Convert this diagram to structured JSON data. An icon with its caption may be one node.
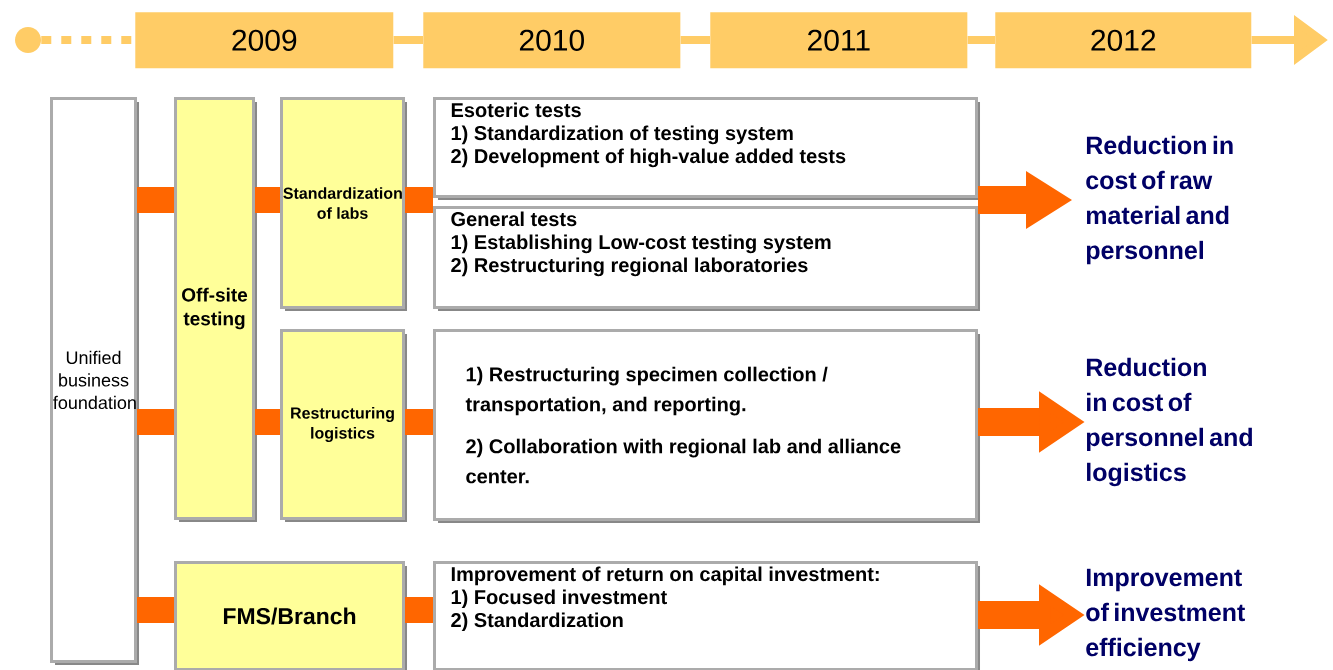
{
  "diagram": {
    "nodes": [
      {
        "text": [],
        "shape": "circle"
      },
      {
        "text": [
          "2009"
        ]
      },
      {
        "text": [
          "2010"
        ]
      },
      {
        "text": [
          "2011"
        ]
      },
      {
        "text": [
          "2012"
        ]
      },
      {
        "text": [
          "Unified business foundation"
        ]
      },
      {
        "text": [
          "Off-site testing"
        ]
      },
      {
        "text": [
          "Standardization of labs"
        ]
      },
      {
        "text": [
          "Restructuring logistics"
        ]
      },
      {
        "text": [
          "FMS/Branch"
        ]
      },
      {
        "text": [
          "Esoteric tests",
          "1) Standardization of testing system",
          "2) Development of high-value added tests"
        ]
      },
      {
        "text": [
          "General tests",
          "1) Establishing Low-cost testing system",
          "2) Restructuring regional laboratories"
        ]
      },
      {
        "text": [
          "1) Restructuring specimen collection / transportation, and reporting.",
          "2) Collaboration with regional lab and alliance center."
        ]
      },
      {
        "text": [
          "Improvement of return on capital investment:",
          "1) Focused investment",
          "2) Standardization"
        ]
      },
      {
        "text": [
          "Reduction in cost of raw material and personnel"
        ]
      },
      {
        "text": [
          "Reduction in cost of personnel and logistics"
        ]
      },
      {
        "text": [
          "Improvement of investment efficiency"
        ]
      }
    ],
    "edges": [
      {
        "from": 0,
        "to": 1,
        "arrow": "none",
        "style": "dashed",
        "color": "#ffcc66"
      },
      {
        "from": 1,
        "to": 2,
        "arrow": "none",
        "color": "#ffcc66"
      },
      {
        "from": 2,
        "to": 3,
        "arrow": "none",
        "color": "#ffcc66"
      },
      {
        "from": 3,
        "to": 4,
        "arrow": "none",
        "color": "#ffcc66"
      },
      {
        "from": 4,
        "to": null,
        "arrow": "to",
        "color": "#ffcc66"
      },
      {
        "from": 5,
        "to": 6,
        "arrow": "none"
      },
      {
        "from": 5,
        "to": 6,
        "arrow": "none"
      },
      {
        "from": 5,
        "to": 9,
        "arrow": "none"
      },
      {
        "from": 6,
        "to": 7,
        "arrow": "none"
      },
      {
        "from": 6,
        "to": 8,
        "arrow": "none"
      },
      {
        "from": 7,
        "to": 10,
        "arrow": "none"
      },
      {
        "from": 7,
        "to": 11,
        "arrow": "none"
      },
      {
        "from": 8,
        "to": 12,
        "arrow": "none"
      },
      {
        "from": 9,
        "to": 13,
        "arrow": "none"
      },
      {
        "from": 10,
        "to": 14,
        "arrow": "to"
      },
      {
        "from": 11,
        "to": 14,
        "arrow": "to"
      },
      {
        "from": 12,
        "to": 15,
        "arrow": "to"
      },
      {
        "from": 13,
        "to": 16,
        "arrow": "to"
      }
    ]
  }
}
